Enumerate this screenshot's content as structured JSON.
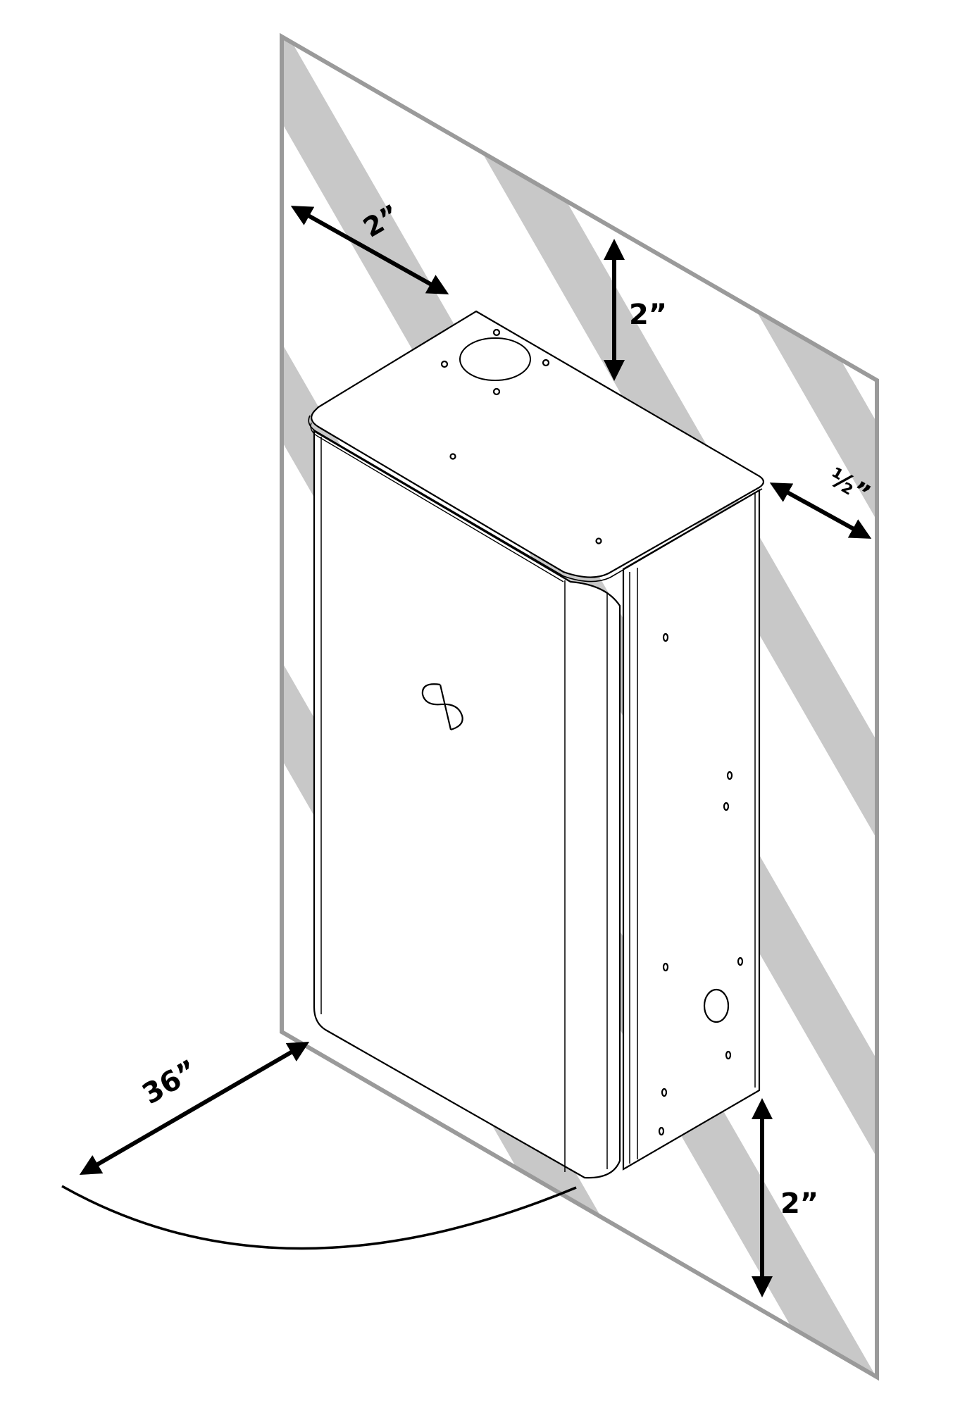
{
  "dimensions": {
    "top_side_clearance": "2”",
    "top_clearance": "2”",
    "side_wall_clearance": "½”",
    "bottom_clearance": "2”",
    "front_clearance": "36”"
  },
  "colors": {
    "stripe": "#c8c8c8",
    "wall_outline": "#9a9a9a",
    "line": "#000000",
    "background": "#ffffff"
  }
}
